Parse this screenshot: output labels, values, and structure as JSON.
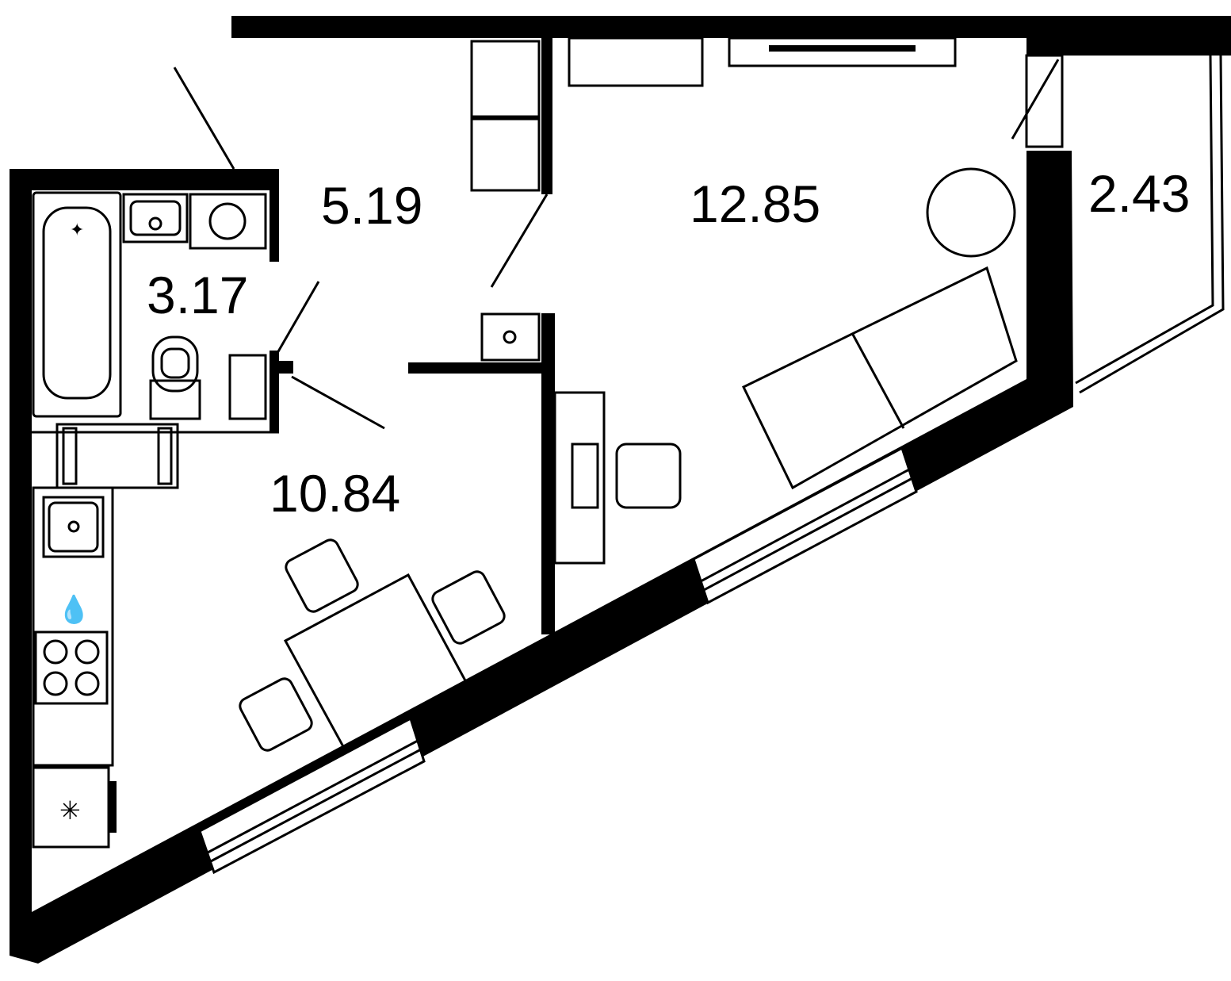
{
  "plan": {
    "rooms": [
      {
        "id": "hallway",
        "area": "5.19"
      },
      {
        "id": "living-room",
        "area": "12.85"
      },
      {
        "id": "balcony",
        "area": "2.43"
      },
      {
        "id": "bathroom",
        "area": "3.17"
      },
      {
        "id": "kitchen",
        "area": "10.84"
      }
    ],
    "colors": {
      "wall": "#000000",
      "background": "#ffffff"
    }
  }
}
